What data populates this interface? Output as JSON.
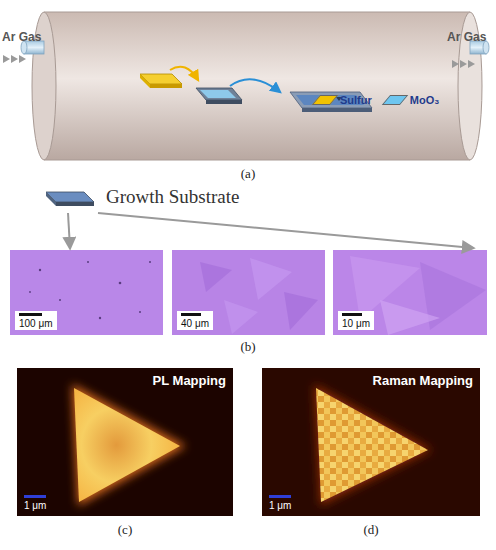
{
  "diagram": {
    "nodes": [
      {
        "text": [
          "Growth Substrate"
        ]
      },
      {
        "text": [
          "100 μm"
        ]
      },
      {
        "text": [
          "40 μm"
        ]
      },
      {
        "text": [
          "10 μm"
        ]
      },
      {
        "text": [
          "PL Mapping",
          "1 μm"
        ]
      },
      {
        "text": [
          "Raman Mapping",
          "1 μm"
        ]
      }
    ],
    "edges": [
      {
        "from": 0,
        "to": 1,
        "arrow": "to"
      },
      {
        "from": 0,
        "to": 3,
        "arrow": "to"
      }
    ],
    "labels": [
      "Ar Gas",
      "Ar Gas",
      "(a)",
      "(b)",
      "(c)",
      "(d)"
    ],
    "legend": [
      {
        "text": "Sulfur",
        "color": "#f2c200"
      },
      {
        "text": "MoO₃",
        "color": "#6ec6f0"
      }
    ]
  }
}
